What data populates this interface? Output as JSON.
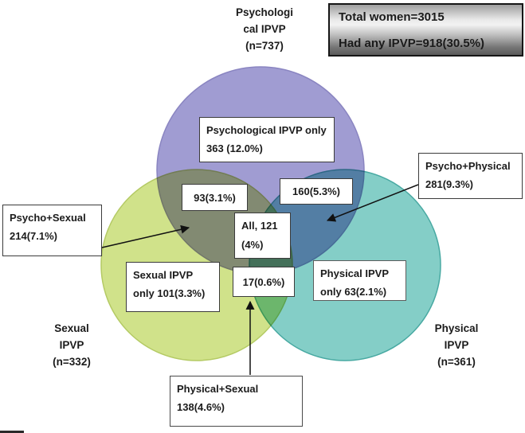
{
  "figure": {
    "summary_box": {
      "line1": "Total women=3015",
      "line2": "Had any IPVP=918(30.5%)"
    },
    "sets": {
      "psychological": {
        "label_line1": "Psychologi",
        "label_line2": "cal IPVP",
        "label_line3": "(n=737)",
        "color": "#a09cd2"
      },
      "sexual": {
        "label_line1": "Sexual",
        "label_line2": "IPVP",
        "label_line3": "(n=332)",
        "color": "#d0e28a"
      },
      "physical": {
        "label_line1": "Physical",
        "label_line2": "IPVP",
        "label_line3": "(n=361)",
        "color": "#84cec7"
      }
    },
    "regions": {
      "psychological_only": {
        "line1": "Psychological IPVP only",
        "line2": "363 (12.0%)"
      },
      "psych_sexual": {
        "label": "93(3.1%)"
      },
      "psych_physical": {
        "label": "160(5.3%)"
      },
      "all_three": {
        "line1": "All, 121",
        "line2": "(4%)"
      },
      "sexual_only": {
        "line1": "Sexual IPVP",
        "line2": "only 101(3.3%)"
      },
      "sexual_physical": {
        "label": "17(0.6%)"
      },
      "physical_only": {
        "line1": "Physical IPVP",
        "line2": "only 63(2.1%)"
      }
    },
    "callouts": {
      "psycho_sexual": {
        "line1": "Psycho+Sexual",
        "line2": "214(7.1%)"
      },
      "psycho_physical": {
        "line1": "Psycho+Physical",
        "line2": "281(9.3%)"
      },
      "physical_sexual": {
        "line1": "Physical+Sexual",
        "line2": "138(4.6%)"
      }
    }
  },
  "venn_values": {
    "total_women": 3015,
    "had_any_ipvp": {
      "n": 918,
      "pct": "30.5%"
    },
    "psychological_n": 737,
    "sexual_n": 332,
    "physical_n": 361,
    "psychological_only": {
      "n": 363,
      "pct": "12.0%"
    },
    "sexual_only": {
      "n": 101,
      "pct": "3.3%"
    },
    "physical_only": {
      "n": 63,
      "pct": "2.1%"
    },
    "psych_and_sexual_excl": {
      "n": 93,
      "pct": "3.1%"
    },
    "psych_and_physical_excl": {
      "n": 160,
      "pct": "5.3%"
    },
    "sexual_and_physical_excl": {
      "n": 17,
      "pct": "0.6%"
    },
    "all_three": {
      "n": 121,
      "pct": "4%"
    },
    "psycho_sexual_total": {
      "n": 214,
      "pct": "7.1%"
    },
    "psycho_physical_total": {
      "n": 281,
      "pct": "9.3%"
    },
    "physical_sexual_total": {
      "n": 138,
      "pct": "4.6%"
    }
  }
}
